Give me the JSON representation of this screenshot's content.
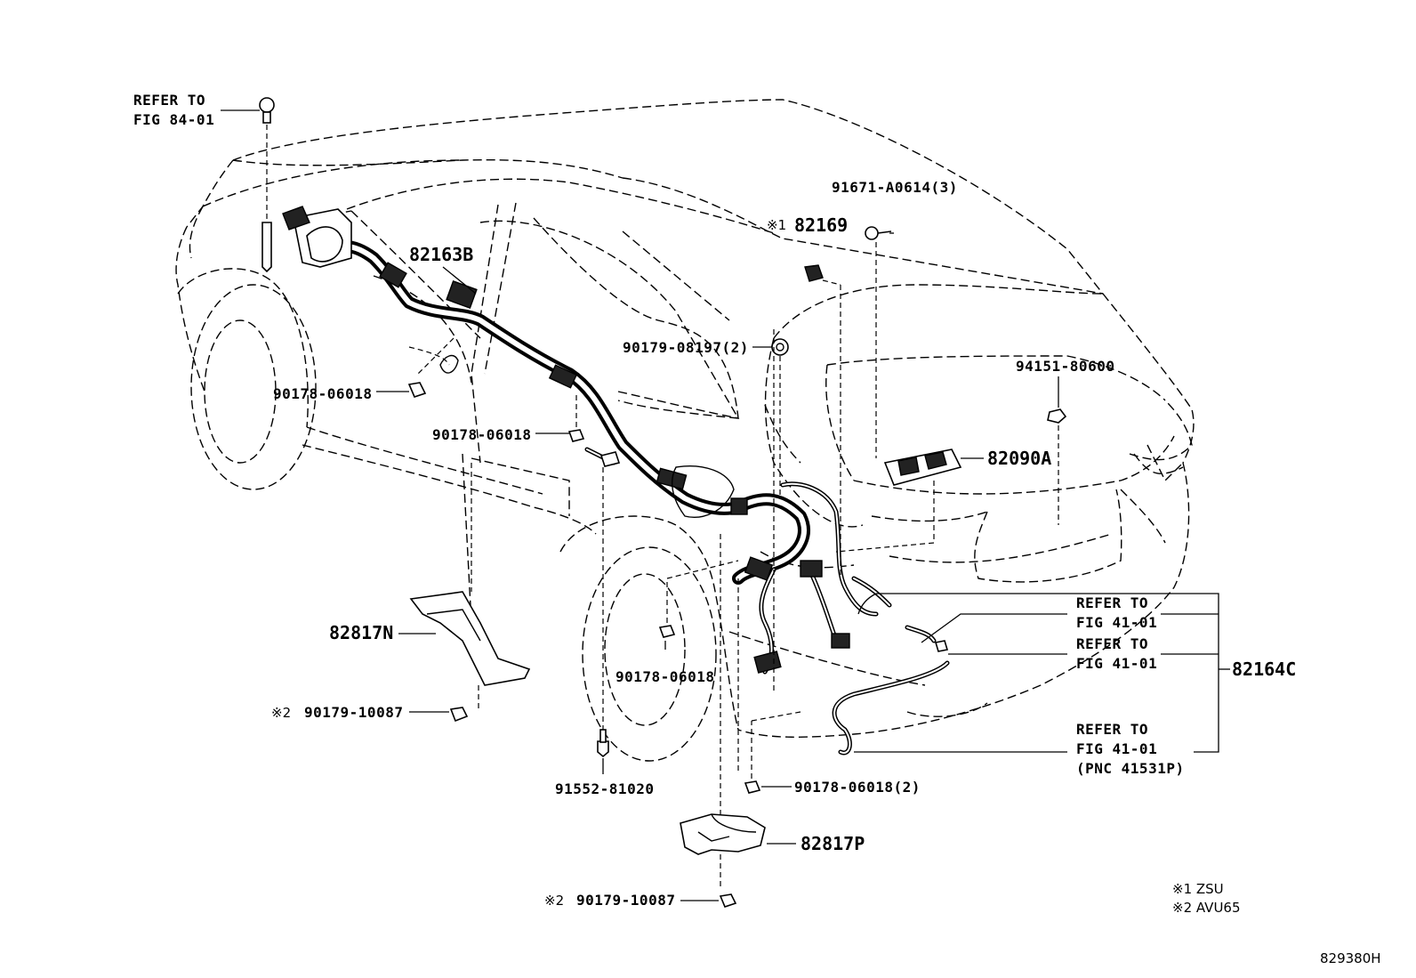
{
  "labels": {
    "refer_84_01_a": "REFER TO",
    "refer_84_01_b": "FIG 84-01",
    "p82163B": "82163B",
    "p82169_mark": "※1",
    "p82169": "82169",
    "p91671": "91671-A0614(3)",
    "p90179_08197": "90179-08197(2)",
    "p94151": "94151-80600",
    "p90178_a": "90178-06018",
    "p90178_b": "90178-06018",
    "p82090A": "82090A",
    "p82817N": "82817N",
    "p90178_c": "90178-06018",
    "refer_41_01_1a": "REFER TO",
    "refer_41_01_1b": "FIG 41-01",
    "refer_41_01_2a": "REFER TO",
    "refer_41_01_2b": "FIG 41-01",
    "p82164C": "82164C",
    "p90179_10087_a_mark": "※2",
    "p90179_10087_a": "90179-10087",
    "refer_41_01_3a": "REFER TO",
    "refer_41_01_3b": "FIG 41-01",
    "refer_41_01_3c": "(PNC 41531P)",
    "p91552": "91552-81020",
    "p90178_d": "90178-06018(2)",
    "p82817P": "82817P",
    "p90179_10087_b_mark": "※2",
    "p90179_10087_b": "90179-10087"
  },
  "notes": {
    "note1": "※1 ZSU",
    "note2": "※2 AVU65"
  },
  "figure_code": "829380H"
}
